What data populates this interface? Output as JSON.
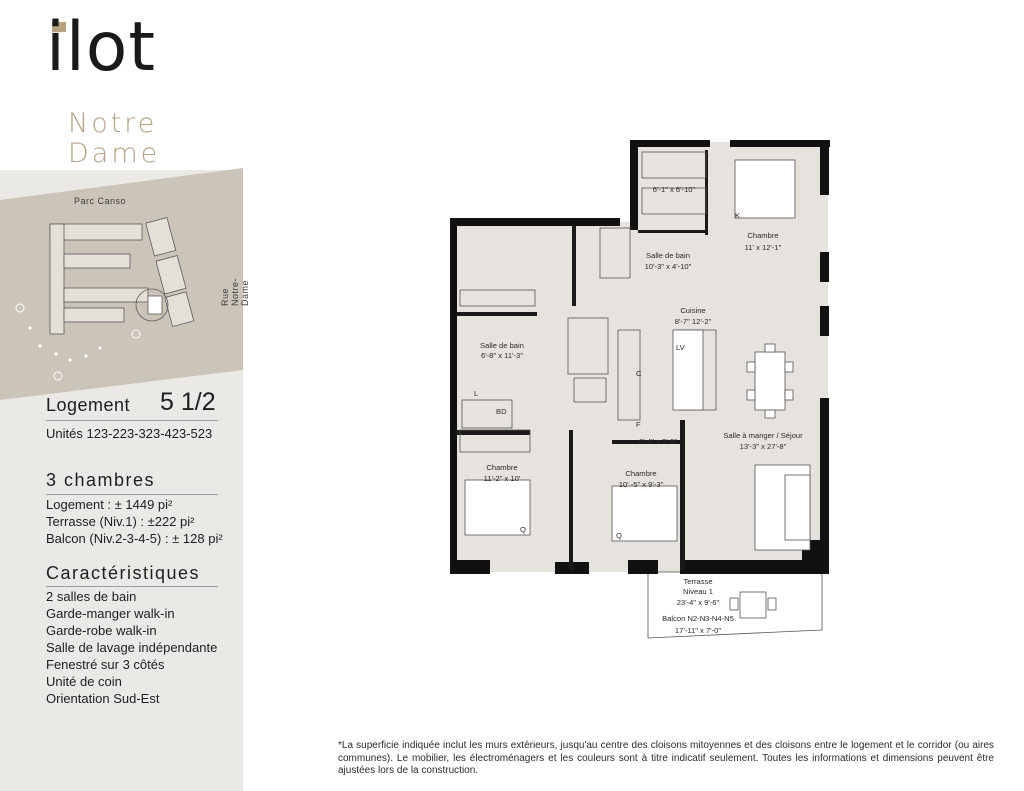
{
  "brand": {
    "logo_main": "ilot",
    "logo_line1": "Notre",
    "logo_line2": "Dame"
  },
  "site_map": {
    "park_label": "Parc Canso",
    "street_label": "Rue Notre-Dame"
  },
  "unit": {
    "heading": "Logement",
    "type": "5 1/2",
    "unit_numbers": "Unités 123-223-323-423-523"
  },
  "bedrooms": {
    "heading": "3 chambres",
    "area_lines": [
      "Logement : ± 1449 pi²",
      "Terrasse (Niv.1) : ±222 pi²",
      "Balcon (Niv.2-3-4-5) : ± 128 pi²"
    ]
  },
  "features": {
    "heading": "Caractéristiques",
    "items": [
      "2 salles de bain",
      "Garde-manger walk-in",
      "Garde-robe walk-in",
      "Salle de lavage indépendante",
      "Fenestré sur 3 côtés",
      "Unité de coin",
      "Orientation Sud-Est"
    ]
  },
  "floor_plan": {
    "walkin_dim": "6'-1\" x 6'-10\"",
    "chambre_main_name": "Chambre",
    "chambre_main_dim": "11' x 12'-1\"",
    "bath_main_name": "Salle de bain",
    "bath_main_dim": "10'-3\" x 4'-10\"",
    "cuisine_name": "Cuisine",
    "cuisine_dim": "8'-7\" 12'-2\"",
    "bath2_name": "Salle de bain",
    "bath2_dim": "6'-8\" x 11'-3\"",
    "sam_name": "Salle à manger / Séjour",
    "sam_dim": "13'-3\" x 27'-8\"",
    "laundry_dim": "6'-4\" x 2'-5\"",
    "chambre2_name": "Chambre",
    "chambre2_dim": "11'-2\" x 10'",
    "chambre3_name": "Chambre",
    "chambre3_dim": "10' -5\" x 9'-3\"",
    "terrasse_name": "Terrasse",
    "terrasse_level": "Niveau 1",
    "terrasse_dim": "23'-4\" x 9'-6\"",
    "balcon_name": "Balcon N2-N3-N4-N5",
    "balcon_dim": "17'-11\" x 7'-0\"",
    "bed_k": "K",
    "bed_q": "Q",
    "lv": "LV",
    "bd": "BD",
    "f": "F",
    "c": "C",
    "l": "L"
  },
  "footnote": "*La superficie indiquée inclut les murs extérieurs, jusqu'au centre des cloisons mitoyennes et des cloisons entre le logement et le corridor (ou aires communes). Le mobilier, les électroménagers et les couleurs sont à titre indicatif seulement. Toutes les informations et dimensions peuvent être ajustées lors de la construction."
}
